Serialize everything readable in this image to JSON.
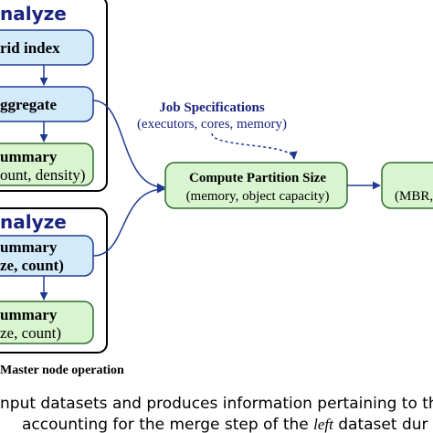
{
  "diagram": {
    "title_top": "nalyze",
    "title_bottom": "nalyze",
    "top_group": {
      "node1": "rid index",
      "node2": "ggregate",
      "node3_line1": "ummary",
      "node3_line2": "ount, density)"
    },
    "bottom_group": {
      "node1_line1": "ummary",
      "node1_line2": "ze, count)",
      "node2_line1": "ummary",
      "node2_line2": "ze, count)"
    },
    "job_spec": {
      "title": "Job Specifications",
      "subtitle": "(executors, cores, memory)"
    },
    "compute": {
      "title": "Compute Partition Size",
      "subtitle": "(memory, object capacity)"
    },
    "right_node": {
      "text": "(MBR,"
    },
    "footer_label": "Master node operation"
  },
  "caption": {
    "line1": "nput datasets and produces information pertaining to th",
    "line2_pre": "accounting for the merge step of the ",
    "line2_var": "left",
    "line2_post": " dataset dur"
  },
  "colors": {
    "blue_fill": "#d3eafb",
    "green_fill": "#d8f5cf",
    "arrow": "#1f3a93",
    "title_blue": "#1a237e"
  }
}
